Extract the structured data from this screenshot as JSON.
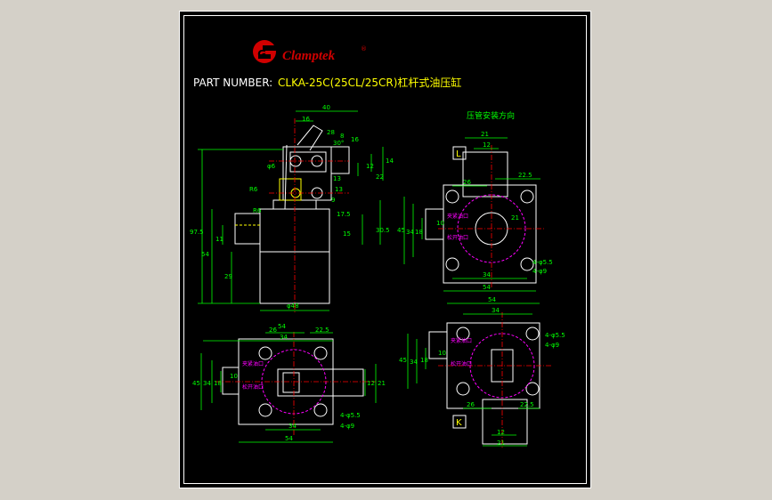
{
  "brand": {
    "logo_letter": "G",
    "name": "Clamptek",
    "mark": "®",
    "color": "#d00000"
  },
  "title": {
    "part_label": "PART  NUMBER:",
    "part_value": "CLKA-25C(25CL/25CR)杠杆式油压缸"
  },
  "note_pipe_dir": "压管安装方向",
  "view_L": "L",
  "view_K": "K",
  "colors": {
    "dim": "#00ff00",
    "title": "#ffff00",
    "line": "#ffffff",
    "center": "#ff00ff",
    "hidden": "#ffff00",
    "cut": "#ff0000"
  },
  "dims_side": [
    "40",
    "16",
    "28",
    "8",
    "30°",
    "16",
    "14",
    "12",
    "22",
    "13",
    "φ6",
    "R6",
    "13",
    "17.5",
    "9",
    "R6",
    "15",
    "30.5",
    "97.5",
    "54",
    "11",
    "29",
    "φ48"
  ],
  "dims_L": [
    "21",
    "12",
    "22.5",
    "26",
    "45",
    "34",
    "18",
    "10",
    "21",
    "34",
    "54",
    "4-φ5.5",
    "4-φ9"
  ],
  "dims_bottomleft": [
    "54",
    "34",
    "26",
    "22.5",
    "45",
    "34",
    "18",
    "10",
    "12",
    "21",
    "34",
    "54",
    "4-φ5.5",
    "4-φ9"
  ],
  "dims_K": [
    "54",
    "34",
    "4-φ5.5",
    "4-φ9",
    "45",
    "34",
    "18",
    "10",
    "26",
    "22.5",
    "12",
    "21"
  ],
  "ports": [
    "夹紧油口",
    "松开油口"
  ]
}
